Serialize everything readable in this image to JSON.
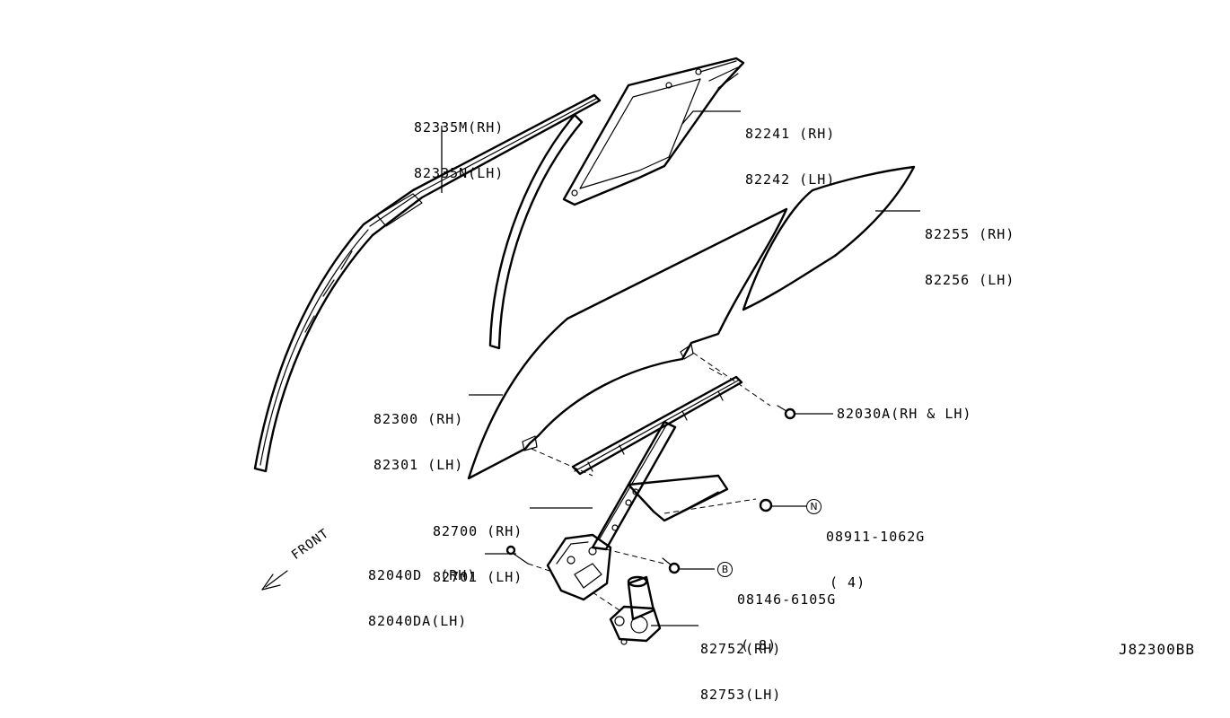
{
  "labels": {
    "sash_upper": [
      "82335M(RH)",
      "82335N(LH)"
    ],
    "corner_sash": [
      "82241 (RH)",
      "82242 (LH)"
    ],
    "rear_glass": [
      "82255 (RH)",
      "82256 (LH)"
    ],
    "door_glass": [
      "82300 (RH)",
      "82301 (LH)"
    ],
    "bolt_a": "82030A(RH & LH)",
    "regulator": [
      "82700 (RH)",
      "82701 (LH)"
    ],
    "nut": {
      "marker": "N",
      "part": "08911-1062G",
      "qty": "( 4)"
    },
    "guide": [
      "82040D  (RH)",
      "82040DA(LH)"
    ],
    "bolt_b": {
      "marker": "B",
      "part": "08146-6105G",
      "qty": "( 8)"
    },
    "motor": [
      "82752(RH)",
      "82753(LH)"
    ]
  },
  "front_label": "FRONT",
  "diagram_code": "J82300BB"
}
